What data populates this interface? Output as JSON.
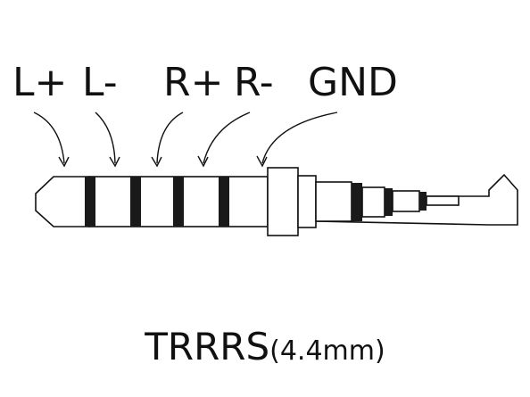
{
  "pins": [
    {
      "id": "l-plus",
      "label": "L+"
    },
    {
      "id": "l-minus",
      "label": "L-"
    },
    {
      "id": "r-plus",
      "label": "R+"
    },
    {
      "id": "r-minus",
      "label": "R-"
    },
    {
      "id": "gnd",
      "label": "GND"
    }
  ],
  "caption": {
    "main": "TRRRS",
    "sub": "(4.4mm)"
  },
  "colors": {
    "ink": "#111111",
    "band": "#1a1a1a",
    "background": "#ffffff"
  }
}
